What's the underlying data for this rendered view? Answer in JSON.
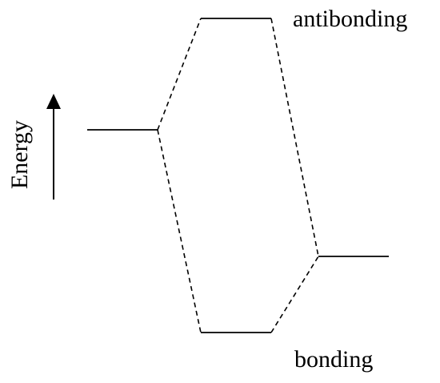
{
  "labels": {
    "antibonding": "antibonding",
    "bonding": "bonding",
    "energy_axis": "Energy"
  },
  "colors": {
    "ink": "#000000",
    "background": "#ffffff"
  },
  "energy_arrow_direction": "up",
  "levels": [
    {
      "id": "atomic-left",
      "description_name": "left atomic orbital level"
    },
    {
      "id": "antibonding",
      "description_name": "antibonding molecular orbital level"
    },
    {
      "id": "bonding",
      "description_name": "bonding molecular orbital level"
    },
    {
      "id": "atomic-right",
      "description_name": "right atomic orbital level"
    }
  ]
}
